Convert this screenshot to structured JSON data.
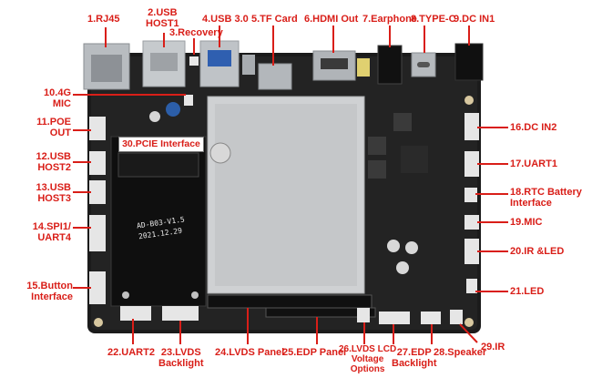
{
  "diagram": {
    "callouts": [
      {
        "id": "1",
        "text": "1.RJ45"
      },
      {
        "id": "2",
        "text": "2.USB\nHOST1"
      },
      {
        "id": "3",
        "text": "3.Recovery"
      },
      {
        "id": "4",
        "text": "4.USB 3.0"
      },
      {
        "id": "5",
        "text": "5.TF Card"
      },
      {
        "id": "6",
        "text": "6.HDMI Out"
      },
      {
        "id": "7",
        "text": "7.Earphone"
      },
      {
        "id": "8",
        "text": "8.TYPE-C"
      },
      {
        "id": "9",
        "text": "9.DC IN1"
      },
      {
        "id": "10",
        "text": "10.4G\nMIC"
      },
      {
        "id": "11",
        "text": "11.POE\nOUT"
      },
      {
        "id": "12",
        "text": "12.USB\nHOST2"
      },
      {
        "id": "13",
        "text": "13.USB\nHOST3"
      },
      {
        "id": "14",
        "text": "14.SPI1/\nUART4"
      },
      {
        "id": "15",
        "text": "15.Button\nInterface"
      },
      {
        "id": "16",
        "text": "16.DC IN2"
      },
      {
        "id": "17",
        "text": "17.UART1"
      },
      {
        "id": "18",
        "text": "18.RTC Battery\nInterface"
      },
      {
        "id": "19",
        "text": "19.MIC"
      },
      {
        "id": "20",
        "text": "20.IR &LED"
      },
      {
        "id": "21",
        "text": "21.LED"
      },
      {
        "id": "22",
        "text": "22.UART2"
      },
      {
        "id": "23",
        "text": "23.LVDS\nBacklight"
      },
      {
        "id": "24",
        "text": "24.LVDS Panel"
      },
      {
        "id": "25",
        "text": "25.EDP Panel"
      },
      {
        "id": "26",
        "text": "26.LVDS LCD\nVoltage\nOptions"
      },
      {
        "id": "27",
        "text": "27.EDP\nBacklight"
      },
      {
        "id": "28",
        "text": "28.Speaker"
      },
      {
        "id": "29",
        "text": "29.IR"
      },
      {
        "id": "30",
        "text": "30.PCIE Interface"
      }
    ],
    "board_silkscreen": [
      "AD-B03-V1.5",
      "2021.12.29"
    ]
  }
}
